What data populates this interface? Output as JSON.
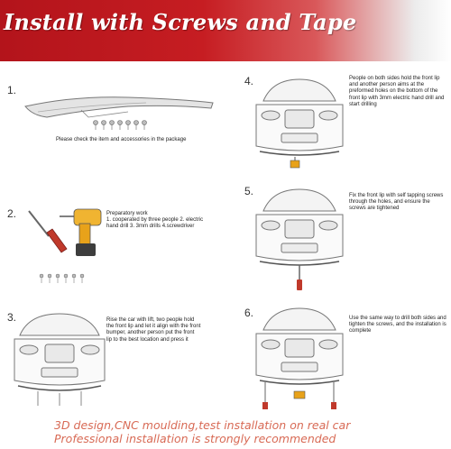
{
  "banner": {
    "title": "Install with Screws and Tape"
  },
  "steps": [
    {
      "number": "1.",
      "caption": "Please check the item and accessories in the package"
    },
    {
      "number": "2.",
      "caption_lines": [
        "Preparatory work",
        "1. cooperated by three people 2. electric",
        "hand drill 3. 3mm drills 4.screwdriver"
      ]
    },
    {
      "number": "3.",
      "caption_lines": [
        "Rise the car with lift, two people hold",
        "the front lip and let it align with the front",
        "bumper,  another person put the front",
        "lip to the best location and press it"
      ]
    },
    {
      "number": "4.",
      "caption_lines": [
        "People on both sides hold the front lip",
        "and another person aims at the",
        "preformed holes on the bottom of the",
        "front lip with 3mm electric hand drill and",
        "start drilling"
      ]
    },
    {
      "number": "5.",
      "caption_lines": [
        "Fix the front lip with self tapping screws",
        "through the holes, and ensure the",
        "screws are tightened"
      ]
    },
    {
      "number": "6.",
      "caption_lines": [
        "Use the same way to drill both sides and",
        "tighten the screws, and the installation is",
        "complete"
      ]
    }
  ],
  "footer": {
    "line1": "3D design,CNC moulding,test installation on real car",
    "line2": "Professional installation is strongly recommended"
  },
  "colors": {
    "banner_red": "#c61d22",
    "footer_text": "#d86a55",
    "drill_yellow": "#e8a21a"
  }
}
